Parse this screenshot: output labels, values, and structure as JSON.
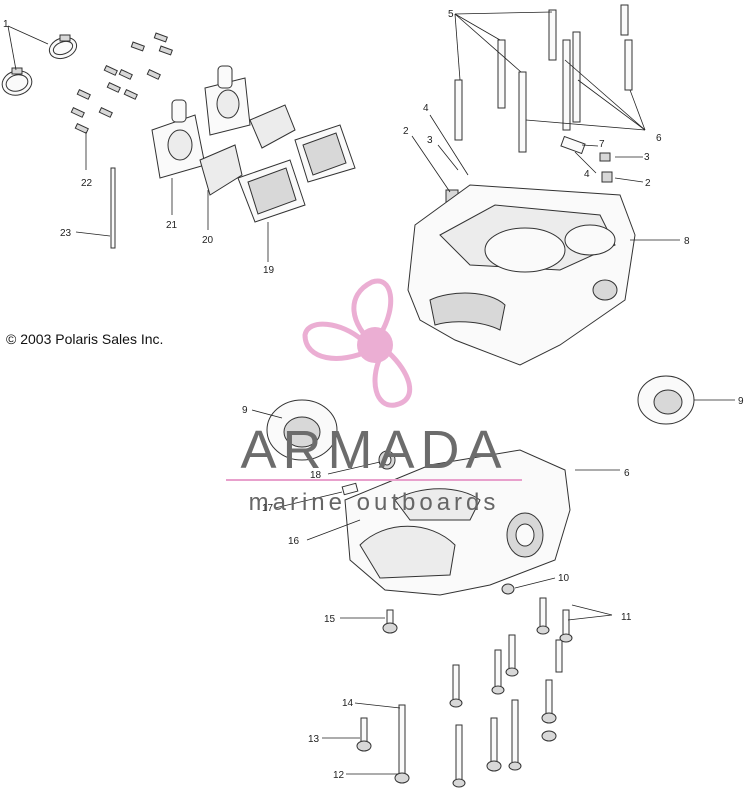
{
  "copyright": "© 2003 Polaris Sales Inc.",
  "watermark": {
    "brand": "ARMADA",
    "tagline": "marine outboards",
    "logo_icon": "propeller-icon",
    "logo_color": "#e8a0cc",
    "text_color": "#6c6c6c"
  },
  "callouts": {
    "c1": "1",
    "c2a": "2",
    "c2b": "2",
    "c3a": "3",
    "c3b": "3",
    "c4a": "4",
    "c4b": "4",
    "c5": "5",
    "c6a": "6",
    "c6b": "6",
    "c7": "7",
    "c8": "8",
    "c9a": "9",
    "c9b": "9",
    "c10": "10",
    "c11": "11",
    "c12": "12",
    "c13": "13",
    "c14": "14",
    "c15": "15",
    "c16": "16",
    "c17": "17",
    "c18": "18",
    "c19": "19",
    "c20": "20",
    "c21": "21",
    "c22": "22",
    "c23": "23"
  }
}
